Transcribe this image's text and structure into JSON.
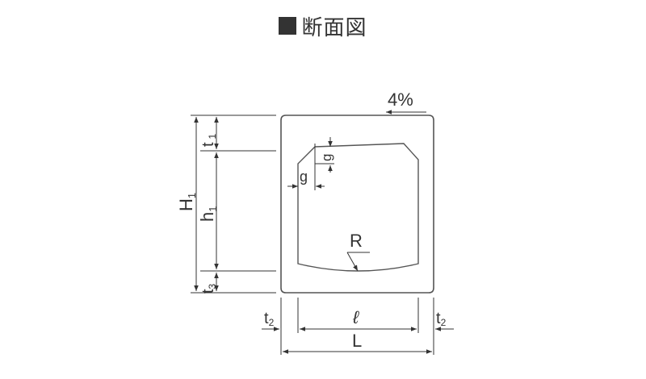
{
  "title": {
    "text": "断面図"
  },
  "labels": {
    "slope": "4%",
    "t1_main": "t",
    "t1_sub": "1",
    "H1_main": "H",
    "H1_sub": "1",
    "h1_main": "h",
    "h1_sub": "1",
    "t3_main": "t",
    "t3_sub": "3",
    "g_top": "g",
    "g_left": "g",
    "R": "R",
    "t2_left_main": "t",
    "t2_left_sub": "2",
    "ell": "ℓ",
    "t2_right_main": "t",
    "t2_right_sub": "2",
    "L": "L"
  },
  "colors": {
    "line": "#333333",
    "outline": "#555555"
  }
}
